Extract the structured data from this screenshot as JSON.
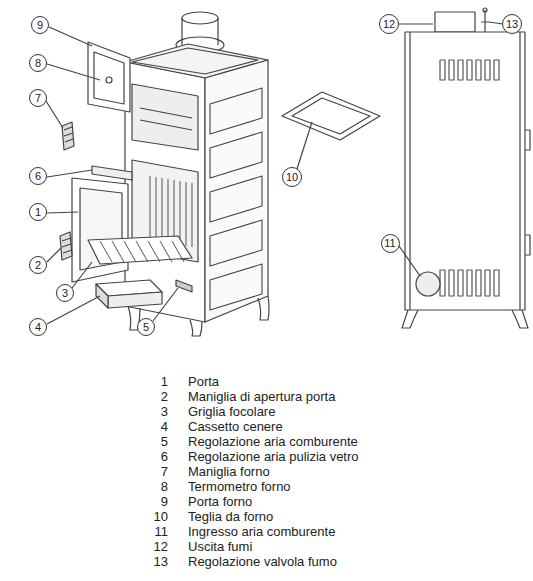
{
  "diagram": {
    "nodes": [
      {
        "text": [
          "9"
        ]
      },
      {
        "text": [
          "8"
        ]
      },
      {
        "text": [
          "7"
        ]
      },
      {
        "text": [
          "6"
        ]
      },
      {
        "text": [
          "1"
        ]
      },
      {
        "text": [
          "2"
        ]
      },
      {
        "text": [
          "3"
        ]
      },
      {
        "text": [
          "4"
        ]
      },
      {
        "text": [
          "5"
        ]
      },
      {
        "text": [
          "10"
        ]
      },
      {
        "text": [
          "12"
        ]
      },
      {
        "text": [
          "13"
        ]
      },
      {
        "text": [
          "11"
        ]
      }
    ],
    "labels": [
      "1",
      "Porta",
      "2",
      "Maniglia di apertura porta",
      "3",
      "Griglia focolare",
      "4",
      "Cassetto cenere",
      "5",
      "Regolazione aria comburente",
      "6",
      "Regolazione aria pulizia vetro",
      "7",
      "Maniglia forno",
      "8",
      "Termometro forno",
      "9",
      "Porta forno",
      "10",
      "Teglia da forno",
      "11",
      "Ingresso aria comburente",
      "12",
      "Uscita fumi",
      "13",
      "Regolazione valvola fumo"
    ]
  }
}
